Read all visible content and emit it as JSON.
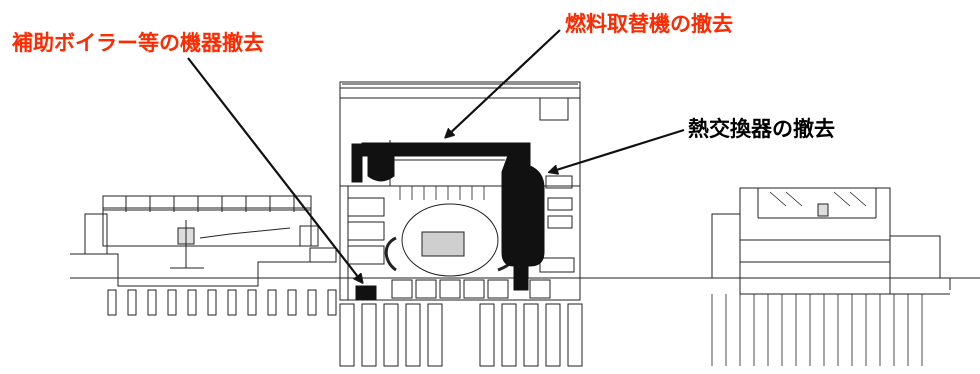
{
  "labels": {
    "auxiliary_boiler": "補助ボイラー等の機器撤去",
    "fuel_exchanger": "燃料取替機の撤去",
    "heat_exchanger": "熱交換器の撤去"
  },
  "colors": {
    "label_red": "#ff2a00",
    "label_black": "#000000",
    "line": "#222222",
    "removed_equipment": "#111111"
  },
  "icons": [
    "arrow-icon",
    "arrow-icon",
    "arrow-icon"
  ]
}
